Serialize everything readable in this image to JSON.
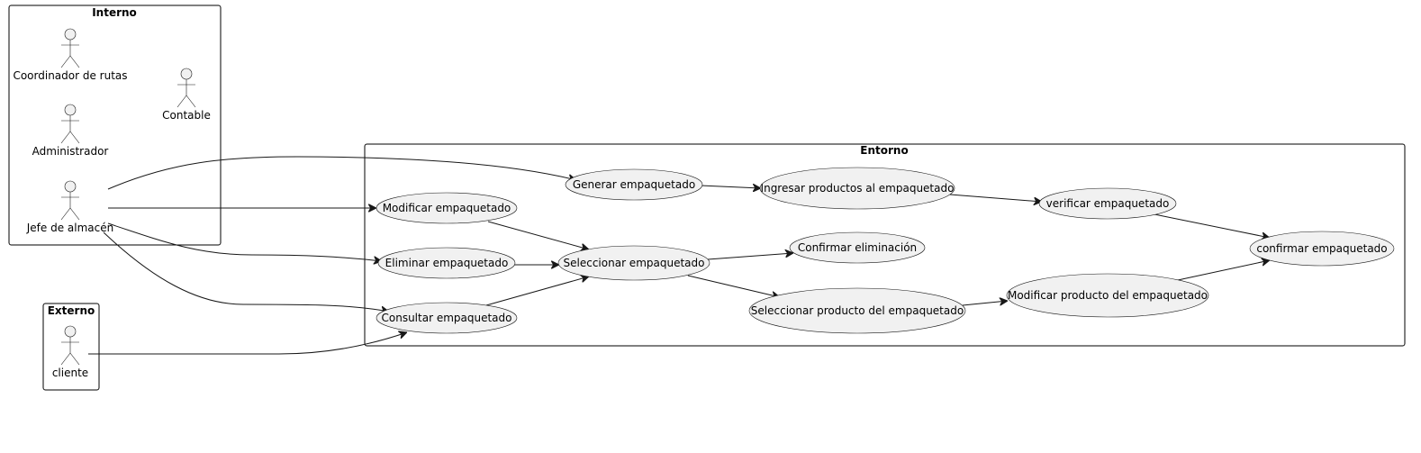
{
  "packages": {
    "interno": "Interno",
    "externo": "Externo",
    "entorno": "Entorno"
  },
  "actors": {
    "coordinador": "Coordinador de rutas",
    "contable": "Contable",
    "administrador": "Administrador",
    "jefe": "Jefe de almacén",
    "cliente": "cliente"
  },
  "usecases": {
    "generar": "Generar empaquetado",
    "ingresar": "Ingresar productos al empaquetado",
    "verificar": "verificar empaquetado",
    "modificar": "Modificar empaquetado",
    "seleccionar": "Seleccionar empaquetado",
    "confirmar_eliminacion": "Confirmar eliminación",
    "eliminar": "Eliminar empaquetado",
    "confirmar_empaquetado": "confirmar empaquetado",
    "modificar_producto": "Modificar producto del empaquetado",
    "consultar": "Consultar empaquetado",
    "seleccionar_producto": "Seleccionar producto del empaquetado"
  },
  "relations": [
    {
      "from": "jefe",
      "to": "generar"
    },
    {
      "from": "jefe",
      "to": "modificar"
    },
    {
      "from": "jefe",
      "to": "eliminar"
    },
    {
      "from": "jefe",
      "to": "consultar"
    },
    {
      "from": "cliente",
      "to": "consultar"
    },
    {
      "from": "generar",
      "to": "ingresar"
    },
    {
      "from": "ingresar",
      "to": "verificar"
    },
    {
      "from": "verificar",
      "to": "confirmar_empaquetado"
    },
    {
      "from": "modificar",
      "to": "seleccionar"
    },
    {
      "from": "eliminar",
      "to": "seleccionar"
    },
    {
      "from": "consultar",
      "to": "seleccionar"
    },
    {
      "from": "seleccionar",
      "to": "confirmar_eliminacion"
    },
    {
      "from": "seleccionar",
      "to": "seleccionar_producto"
    },
    {
      "from": "seleccionar_producto",
      "to": "modificar_producto"
    },
    {
      "from": "modificar_producto",
      "to": "confirmar_empaquetado"
    }
  ]
}
